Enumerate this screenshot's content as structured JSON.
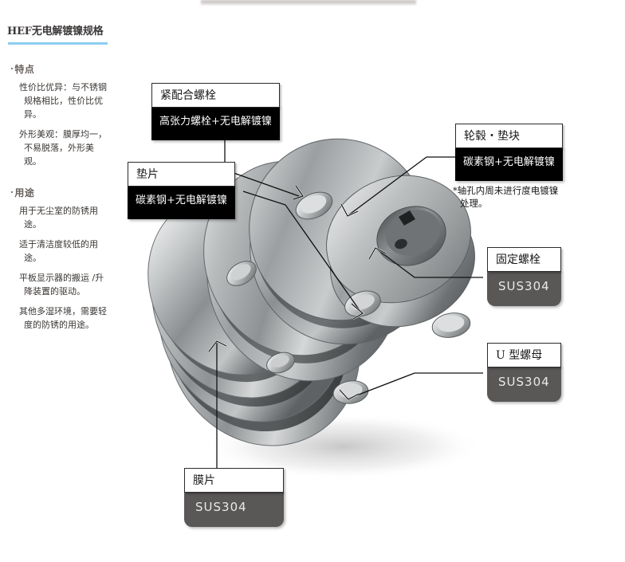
{
  "document": {
    "title": "HEF无电解镀镍规格",
    "accent_color": "#8ccdf0",
    "heading_color": "#6b6360"
  },
  "sidebar": {
    "sections": [
      {
        "marker": "·",
        "heading": "特点",
        "items": [
          "性价比优异：与不锈钢规格相比，性价比优异。",
          "外形美观：膜厚均一，不易脱落，外形美观。"
        ]
      },
      {
        "marker": "·",
        "heading": "用途",
        "items": [
          "用于无尘室的防锈用途。",
          "适于清洁度较低的用途。",
          "平板显示器的搬运 /升降装置的驱动。",
          "其他多湿环境，需要轻度的防锈的用途。"
        ]
      }
    ]
  },
  "callouts": [
    {
      "id": "fitting-bolt",
      "caption": "紧配合螺栓",
      "material": "高张力螺栓+无电解镀镍",
      "style": "dark"
    },
    {
      "id": "spacer",
      "caption": "垫片",
      "material": "碳素钢+无电解镀镍",
      "style": "dark"
    },
    {
      "id": "hub-spacer-block",
      "caption": "轮毂・垫块",
      "material": "碳素钢+无电解镀镍",
      "style": "dark"
    },
    {
      "id": "set-bolt",
      "caption": "固定螺栓",
      "material": "SUS304",
      "style": "gray"
    },
    {
      "id": "u-nut",
      "caption": "U 型螺母",
      "material": "SUS304",
      "style": "gray"
    },
    {
      "id": "diaphragm",
      "caption": "膜片",
      "material": "SUS304",
      "style": "gray"
    }
  ],
  "footnote": {
    "line1": "*轴孔内周未进行度电镀镍",
    "line2": "处理。"
  },
  "product_image": {
    "name": "disc-coupling-photo",
    "description": "金属膜片联轴器"
  }
}
